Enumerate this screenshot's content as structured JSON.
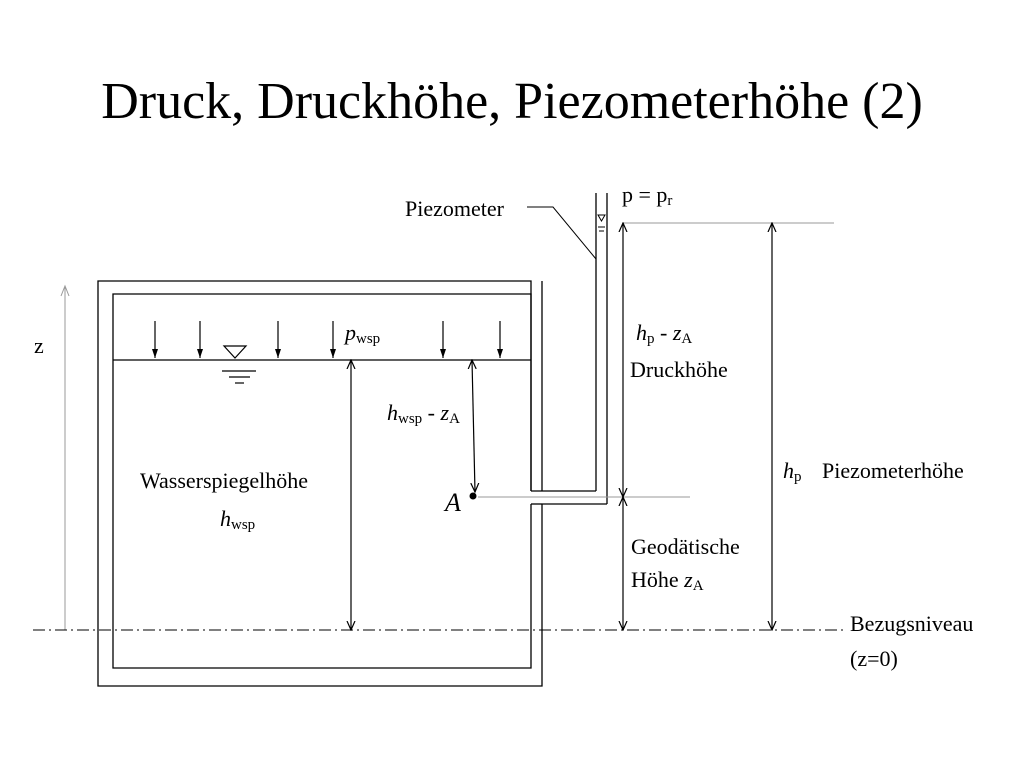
{
  "title": "Druck, Druckhöhe, Piezometerhöhe (2)",
  "labels": {
    "piezometer": "Piezometer",
    "p_top": "p = p",
    "p_top_sub": "r",
    "z_axis": "z",
    "p_wsp_main": "p",
    "p_wsp_sub": "wsp",
    "hp_za_main": "h",
    "hp_za_sub": "p",
    "hp_za_minus": " - ",
    "hp_za_z": "z",
    "hp_za_zsub": "A",
    "druckhoehe": "Druckhöhe",
    "hwsp_za_main": "h",
    "hwsp_za_sub": "wsp",
    "hwsp_za_minus": " - ",
    "hwsp_za_z": "z",
    "hwsp_za_zsub": "A",
    "wasserspiegelhoehe": "Wasserspiegelhöhe",
    "hwsp_main": "h",
    "hwsp_sub": "wsp",
    "point_a": "A",
    "hp_main": "h",
    "hp_sub": "p",
    "piezometerhoehe": "Piezometerhöhe",
    "geod_line1": "Geodätische",
    "geod_line2": "Höhe ",
    "geod_z": "z",
    "geod_zsub": "A",
    "bezugsniveau": "Bezugsniveau",
    "z_zero": "(z=0)"
  }
}
